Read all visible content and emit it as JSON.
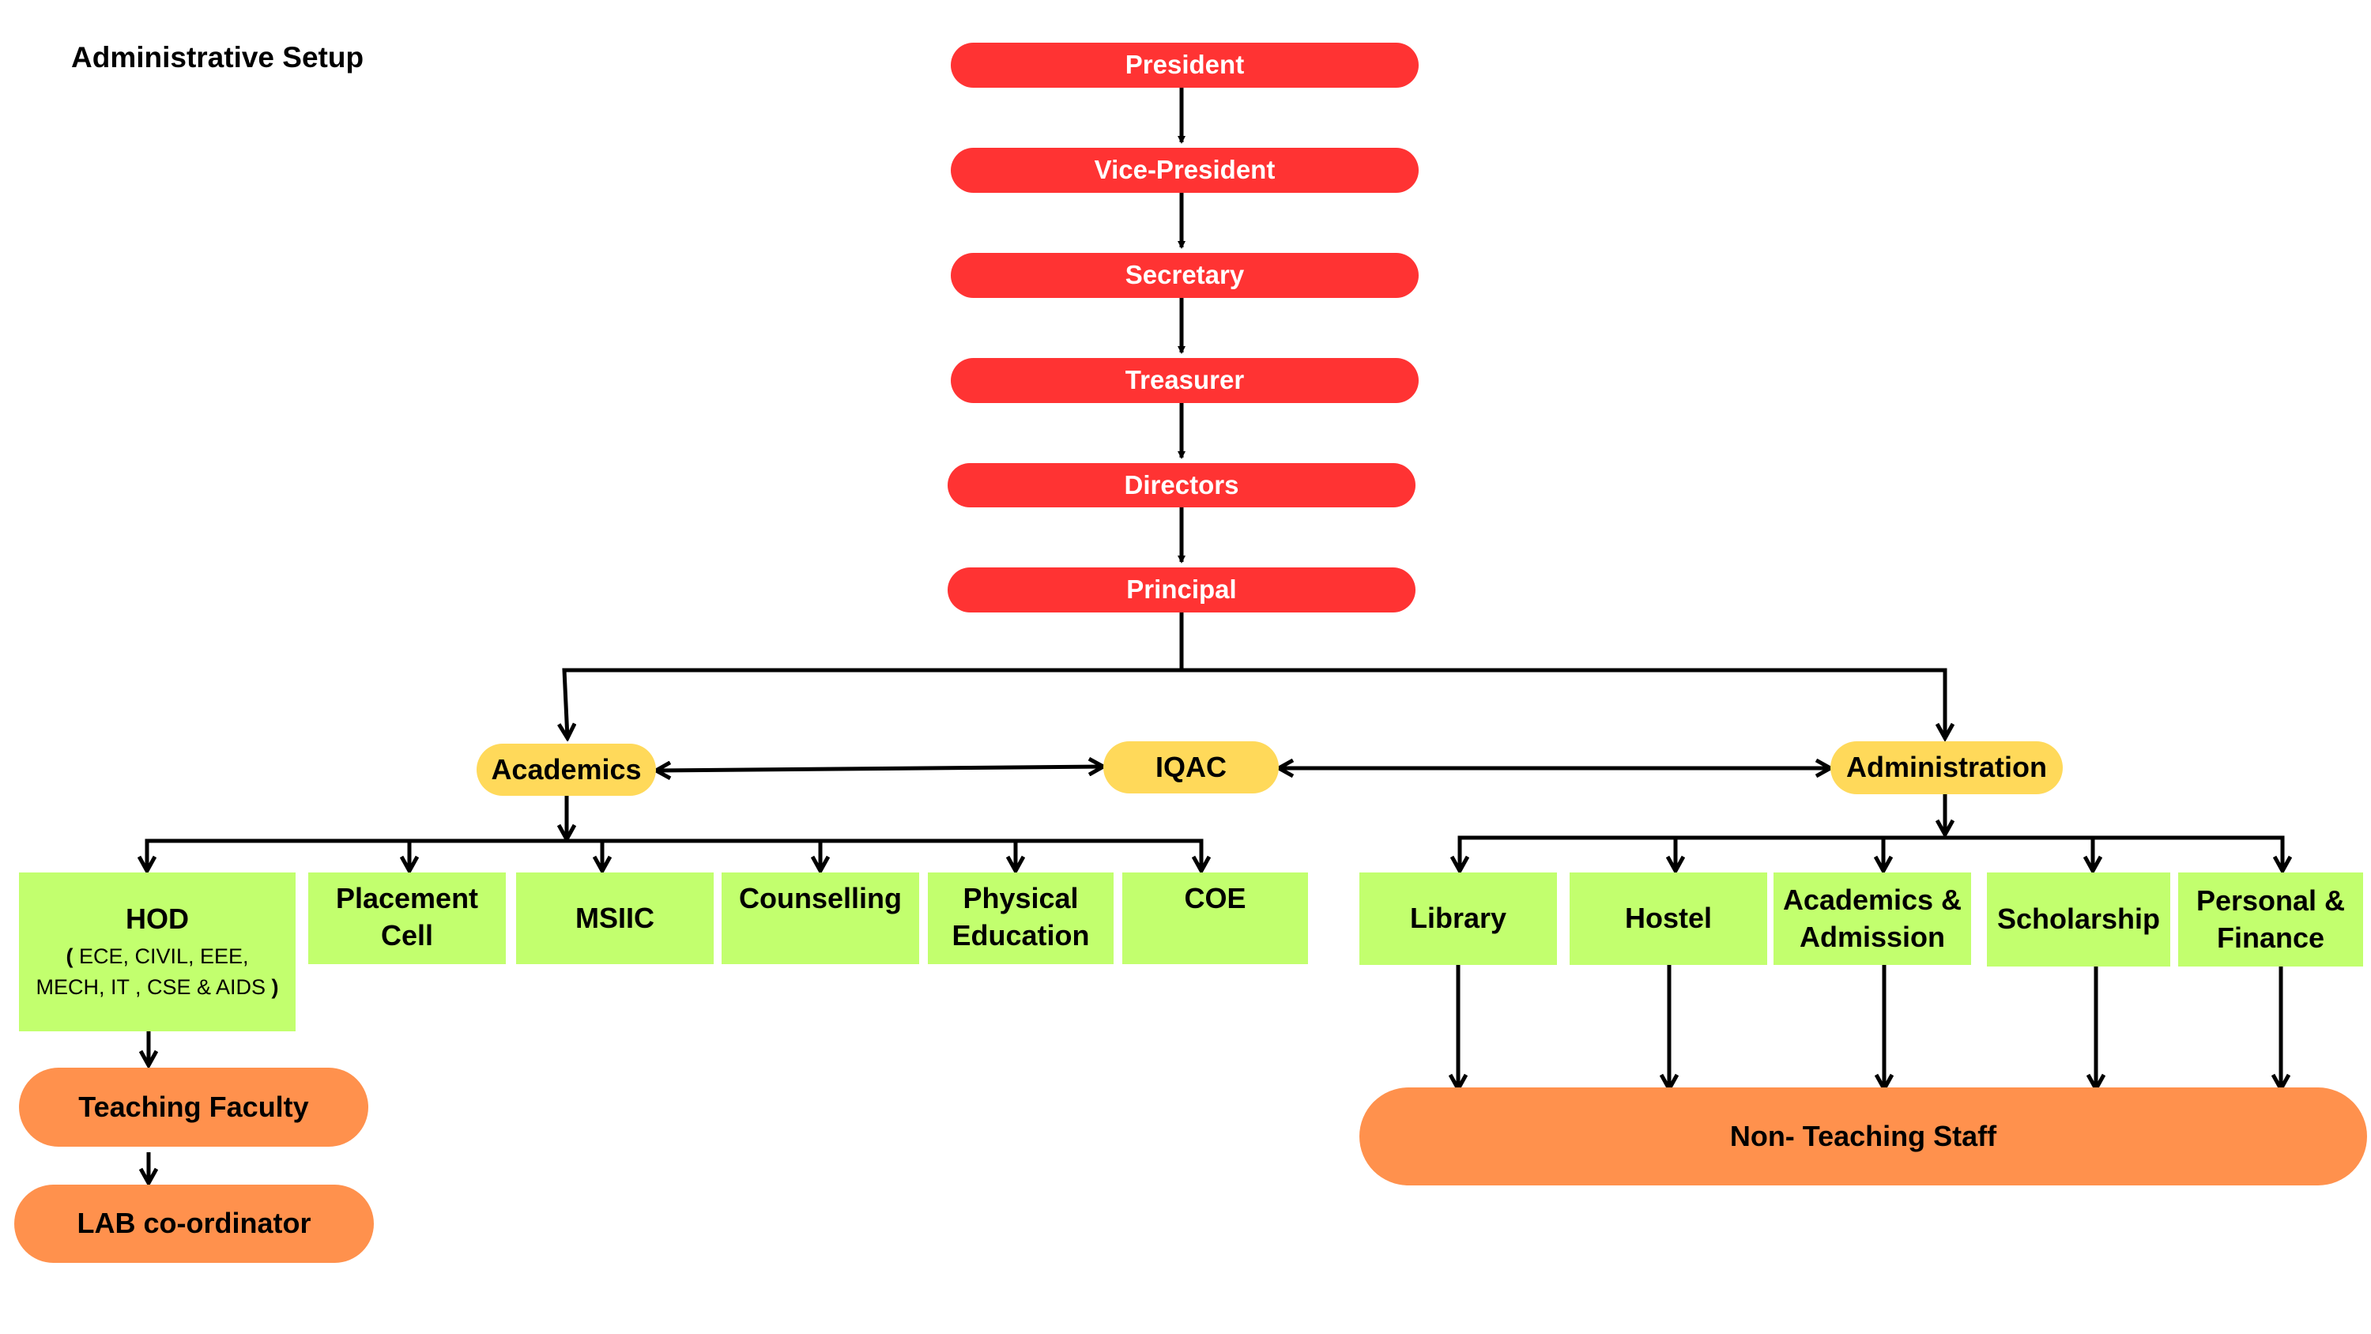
{
  "title": "Administrative Setup",
  "chain": [
    "President",
    "Vice-President",
    "Secretary",
    "Treasurer",
    "Directors",
    "Principal"
  ],
  "hubs": {
    "academics": "Academics",
    "iqac": "IQAC",
    "administration": "Administration"
  },
  "academics_units": {
    "hod": "HOD",
    "hod_departments_line1": "ECE, CIVIL, EEE,",
    "hod_departments_line2": "MECH, IT , CSE & AIDS",
    "paren_open": "(",
    "paren_close": ")",
    "placement_line1": "Placement",
    "placement_line2": "Cell",
    "msiic": "MSIIC",
    "counselling": "Counselling",
    "physical_line1": "Physical",
    "physical_line2": "Education",
    "coe": "COE"
  },
  "administration_units": {
    "library": "Library",
    "hostel": "Hostel",
    "academics_admission_line1": "Academics &",
    "academics_admission_line2": "Admission",
    "scholarship": "Scholarship",
    "personal_finance_line1": "Personal &",
    "personal_finance_line2": "Finance"
  },
  "staff": {
    "teaching_faculty": "Teaching Faculty",
    "lab_coordinator": "LAB co-ordinator",
    "non_teaching_staff": "Non- Teaching Staff"
  },
  "colors": {
    "leadership": "#ff3333",
    "hub": "#ffd95a",
    "unit": "#c2ff6e",
    "staff": "#ff914d",
    "connector": "#000000"
  }
}
